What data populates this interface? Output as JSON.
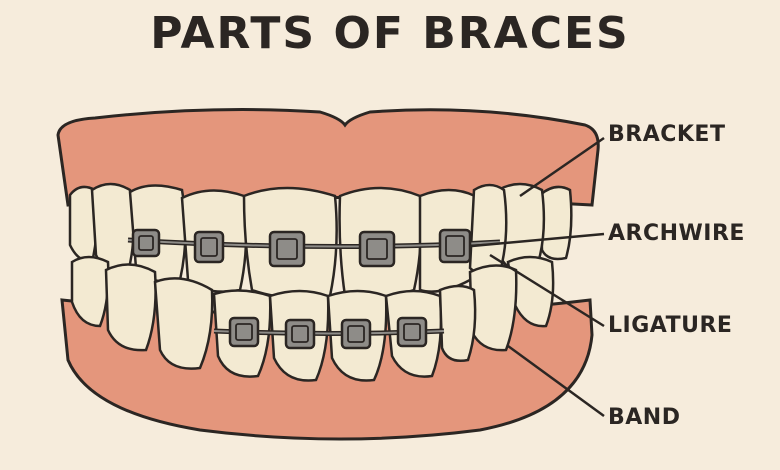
{
  "title": "PARTS OF BRACES",
  "labels": {
    "bracket": "BRACKET",
    "archwire": "ARCHWIRE",
    "ligature": "LIGATURE",
    "band": "BAND"
  },
  "colors": {
    "background": "#f6ecdc",
    "gum": "#e4967c",
    "tooth": "#f3ead2",
    "metal": "#8e8c88",
    "outline": "#2b2623"
  }
}
